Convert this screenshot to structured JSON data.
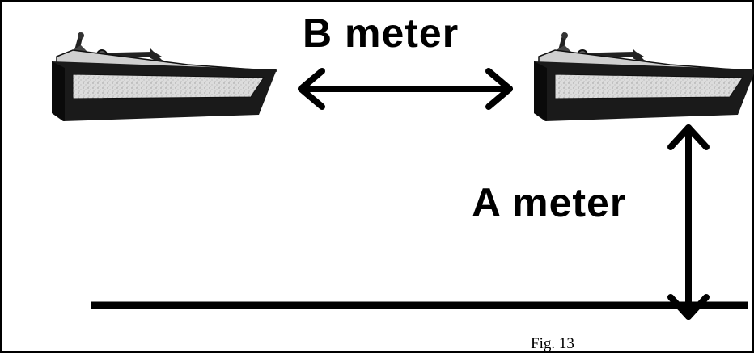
{
  "labels": {
    "horizontal_distance": "B meter",
    "vertical_distance": "A meter"
  },
  "caption": "Fig. 13",
  "icons": {
    "fixture_left": "light-fixture-icon",
    "fixture_right": "light-fixture-icon",
    "horizontal_arrow": "double-arrow-horizontal-icon",
    "vertical_arrow": "double-arrow-vertical-icon"
  },
  "colors": {
    "ink": "#000000",
    "background": "#ffffff",
    "lens": "#d9d9d9"
  }
}
